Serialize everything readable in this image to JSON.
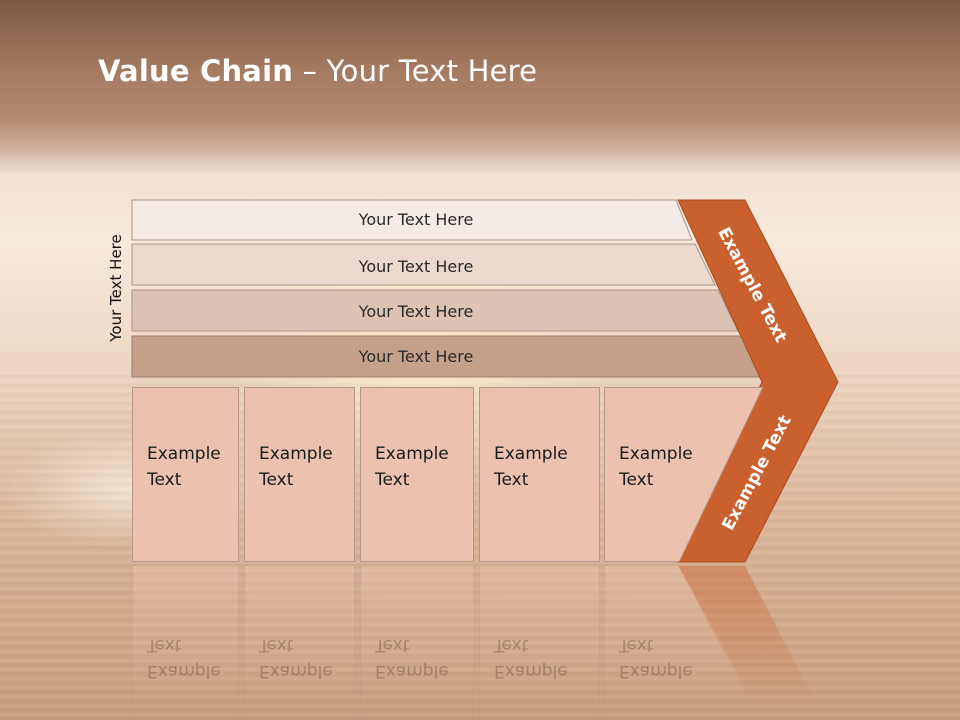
{
  "slide": {
    "title_bold": "Value Chain",
    "title_rest": " – Your Text Here",
    "vertical_label": "Your Text Here"
  },
  "bands": [
    {
      "label": "Your Text Here",
      "color": "#f5ebe6"
    },
    {
      "label": "Your Text Here",
      "color": "#ebd9d0"
    },
    {
      "label": "Your Text Here",
      "color": "#dcc3b3"
    },
    {
      "label": "Your Text Here",
      "color": "#c6a189"
    }
  ],
  "boxes": [
    {
      "label": "Example\nText"
    },
    {
      "label": "Example\nText"
    },
    {
      "label": "Example\nText"
    },
    {
      "label": "Example\nText"
    },
    {
      "label": "Example\nText"
    }
  ],
  "chevron": {
    "upper_label": "Example Text",
    "lower_label": "Example Text",
    "color": "#c9602e"
  },
  "colors": {
    "box_fill": "#ecc2ae",
    "box_border": "#b8968a",
    "title": "#ffffff"
  }
}
